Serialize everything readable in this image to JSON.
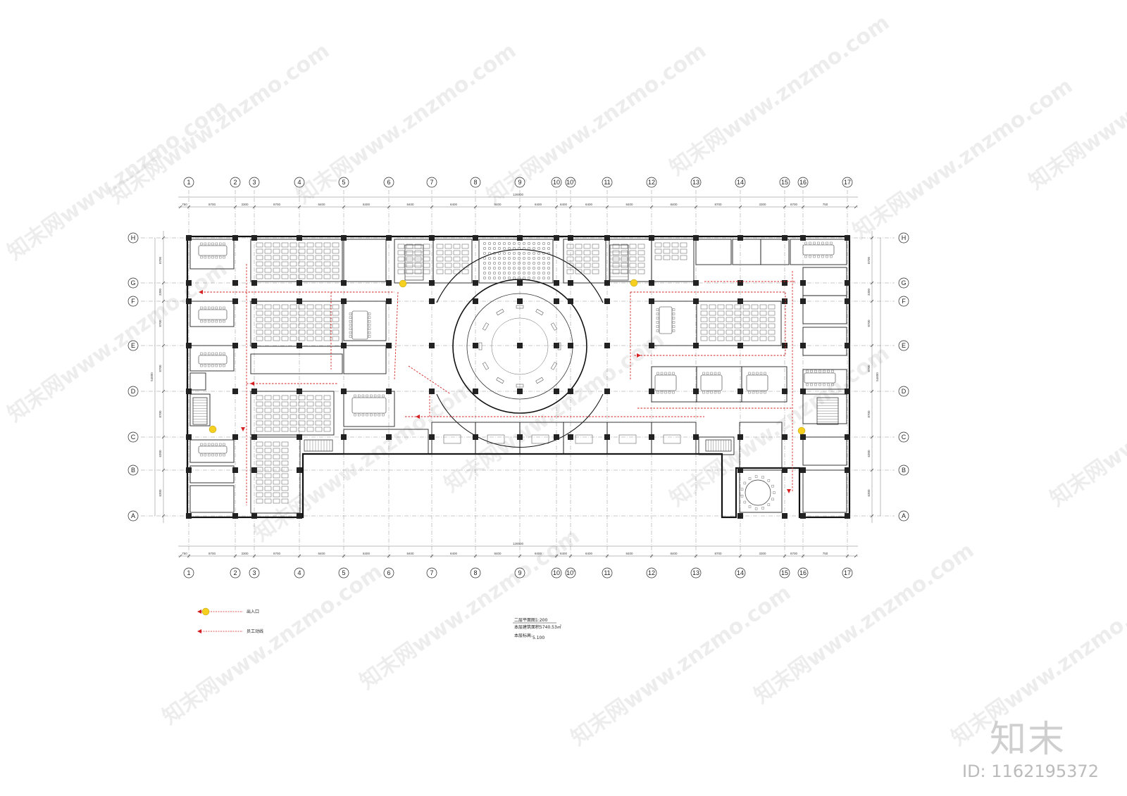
{
  "grid": {
    "columns": [
      "1",
      "2",
      "3",
      "4",
      "5",
      "6",
      "7",
      "8",
      "9",
      "10",
      "10'",
      "11",
      "12",
      "13",
      "14",
      "15",
      "16",
      "17"
    ],
    "rows": [
      "H",
      "G",
      "F",
      "E",
      "D",
      "C",
      "B",
      "A"
    ]
  },
  "dimensions": {
    "total_width": "126900",
    "bays": [
      "750",
      "8700",
      "3300",
      "8700",
      "8400",
      "8400",
      "8400",
      "8400",
      "8400",
      "8400",
      "8400",
      "8400",
      "8400",
      "8400",
      "8700",
      "3300",
      "8700",
      "750"
    ],
    "total_height": "54600",
    "row_bays": [
      "8700",
      "3300",
      "8700",
      "8700",
      "8700",
      "6300",
      "6300"
    ]
  },
  "legend": {
    "entrance_label": "出入口",
    "staff_flow_label": "员工动线",
    "entrance_color": "#f5d020",
    "flow_color": "#d42020"
  },
  "drawing_title": {
    "line1": "二层平面图1:200",
    "line2": "本层建筑面积5740.53㎡",
    "line3": "本层标高:",
    "elevation": "5.100"
  },
  "watermark": {
    "site_text": "知末网www.znzmo.com",
    "brand": "知末",
    "image_id": "ID: 1162195372"
  }
}
